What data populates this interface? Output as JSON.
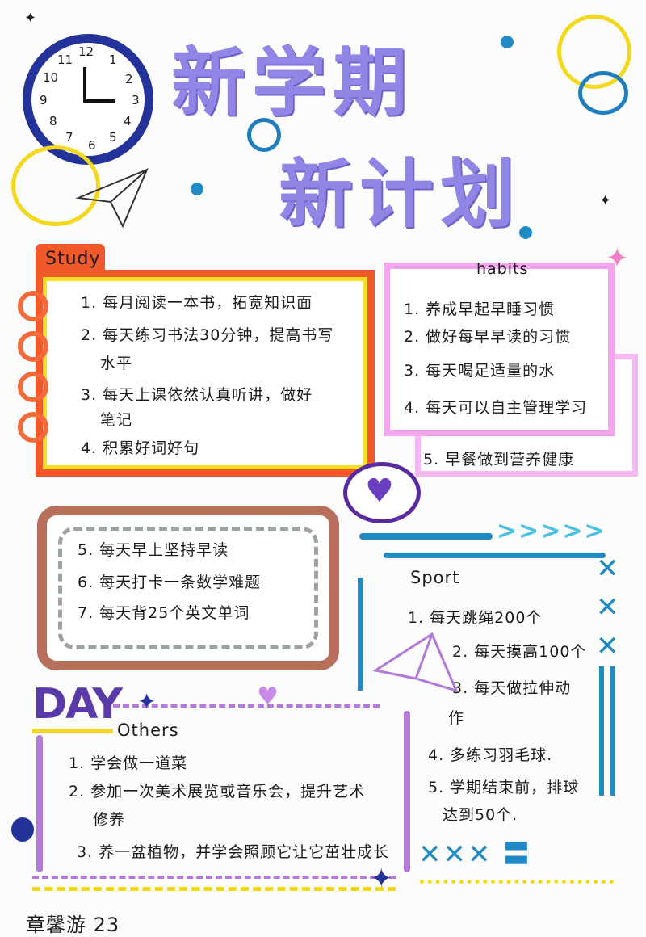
{
  "title": {
    "line1": "新学期",
    "line2": "新计划"
  },
  "clock": {
    "numbers": [
      "12",
      "1",
      "2",
      "3",
      "4",
      "5",
      "6",
      "7",
      "8",
      "9",
      "10",
      "11"
    ]
  },
  "study": {
    "heading": "Study",
    "items": [
      "1. 每月阅读一本书，拓宽知识面",
      "2. 每天练习书法30分钟，提高书写",
      "水平",
      "3. 每天上课依然认真听讲，做好",
      "笔记",
      "4. 积累好词好句"
    ]
  },
  "habits": {
    "heading": "habits",
    "items": [
      "1. 养成早起早睡习惯",
      "2. 做好每早早读的习惯",
      "3. 每天喝足适量的水",
      "4. 每天可以自主管理学习",
      "5. 早餐做到营养健康"
    ]
  },
  "daily": {
    "items": [
      "5. 每天早上坚持早读",
      "6. 每天打卡一条数学难题",
      "7. 每天背25个英文单词"
    ]
  },
  "sport": {
    "heading": "Sport",
    "items": [
      "1. 每天跳绳200个",
      "2. 每天摸高100个",
      "3. 每天做拉伸动",
      "作",
      "4. 多练习羽毛球.",
      "5. 学期结束前，排球",
      "达到50个."
    ]
  },
  "others": {
    "badge": "DAY",
    "heading": "Others",
    "items": [
      "1. 学会做一道菜",
      "2. 参加一次美术展览或音乐会，提升艺术",
      "修养",
      "3. 养一盆植物，并学会照顾它让它茁壮成长"
    ]
  },
  "signature": "章馨游 23",
  "colors": {
    "title": "#8f86e6",
    "clock": "#23339a",
    "study": "#f2592a",
    "habits": "#f3a6ee",
    "brown": "#b8705c",
    "sport": "#1f8ac4",
    "day": "#5a3aa8"
  }
}
